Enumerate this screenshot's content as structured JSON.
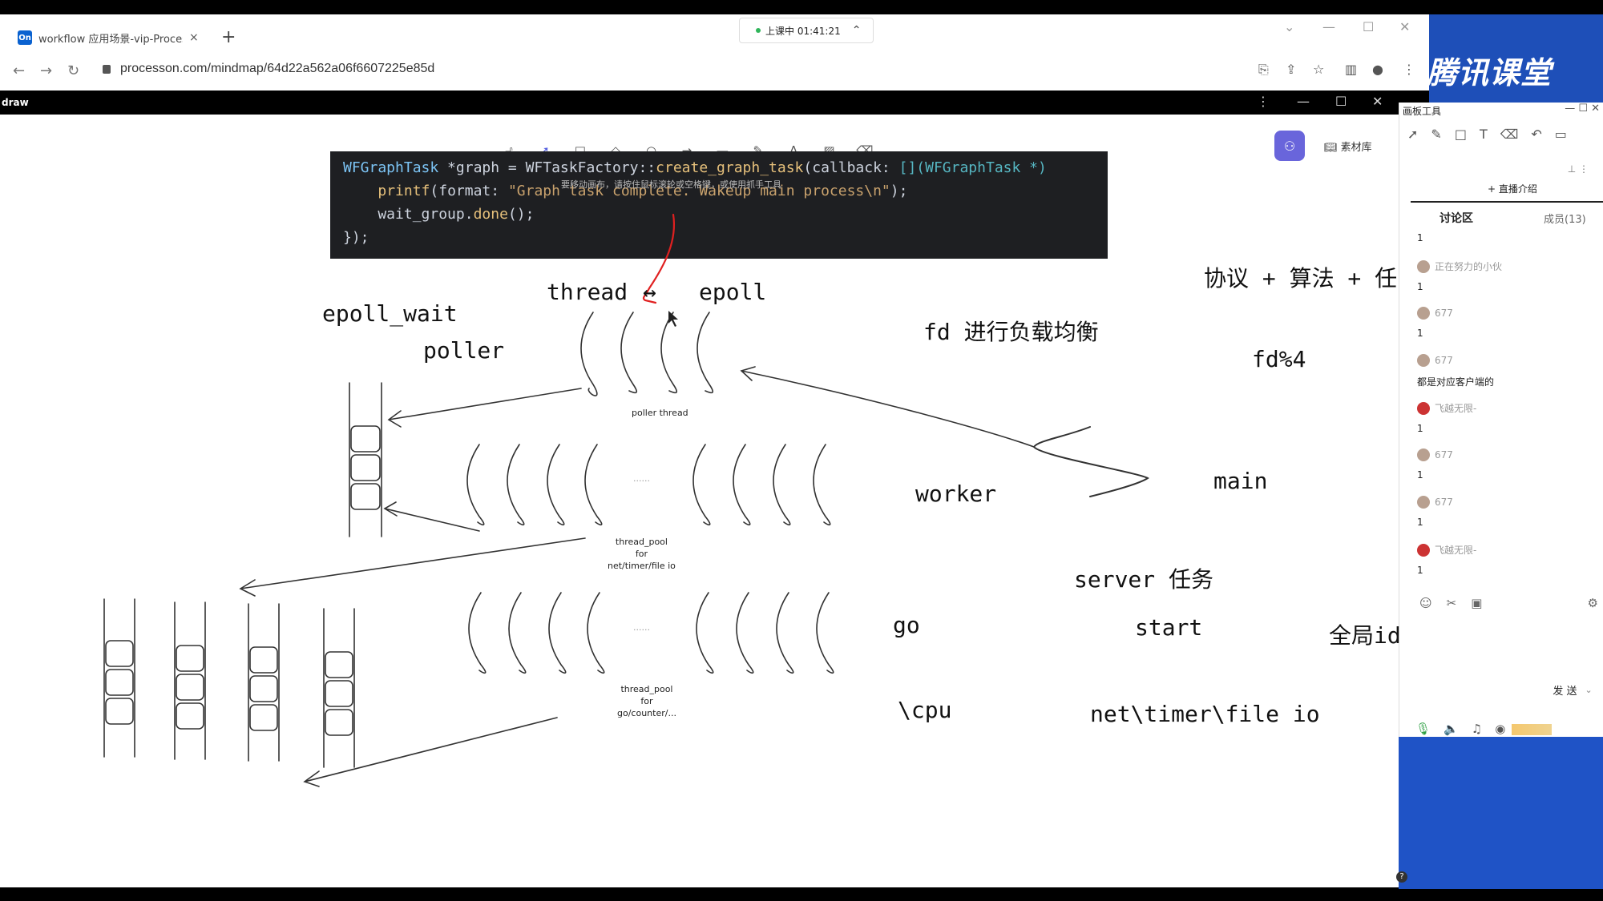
{
  "browser": {
    "tab_title": "workflow 应用场景-vip-Processon",
    "tab_favicon": "On",
    "new_tab": "+",
    "tab_close": "×",
    "url": "processon.com/mindmap/64d22a562a06f6607225e85d",
    "live_status": "上课中 01:41:21"
  },
  "side_panel": {
    "brand": "腾讯课堂",
    "panel_title": "画板工具",
    "live_intro": "+ 直播介绍",
    "discussion_tab": "讨论区",
    "members_tab": "成员(13)",
    "send_button": "发 送",
    "messages": [
      {
        "name": "",
        "text": "1"
      },
      {
        "name": "正在努力的小伙",
        "text": "1"
      },
      {
        "name": "677",
        "text": "1"
      },
      {
        "name": "677",
        "text": "都是对应客户端的"
      },
      {
        "name": "飞越无限-",
        "text": "1"
      },
      {
        "name": "677",
        "text": "1"
      },
      {
        "name": "677",
        "text": "1"
      },
      {
        "name": "飞越无限-",
        "text": "1"
      }
    ]
  },
  "app": {
    "name": "draw",
    "library_label": "素材库",
    "code_lines": [
      "WFGraphTask *graph = WFTaskFactory::create_graph_task(callback: [](WFGraphTask *)",
      "    printf(format: \"Graph task complete. Wakeup main process\\n\");",
      "    wait_group.done();",
      "});"
    ],
    "toolbar_hint": "要移动画布，请按住鼠标滚轮或空格键，或使用抓手工具"
  },
  "board": {
    "thread": "thread",
    "arrow": "↔",
    "epoll": "epoll",
    "epoll_wait": "epoll_wait",
    "poller": "poller",
    "poller_thread": "poller thread",
    "pool1_line1": "thread_pool",
    "pool1_line2": "for",
    "pool1_line3": "net/timer/file io",
    "pool2_line1": "thread_pool",
    "pool2_line2": "for",
    "pool2_line3": "go/counter/...",
    "dots": "......",
    "fd_balance": "fd 进行负载均衡",
    "protocol": "协议 + 算法 + 任",
    "fd_mod": "fd%4",
    "worker": "worker",
    "main": "main",
    "server_task": "server 任务",
    "go": "go",
    "start": "start",
    "global_id": "全局id",
    "cpu": "\\cpu",
    "io": "net\\timer\\file io"
  }
}
